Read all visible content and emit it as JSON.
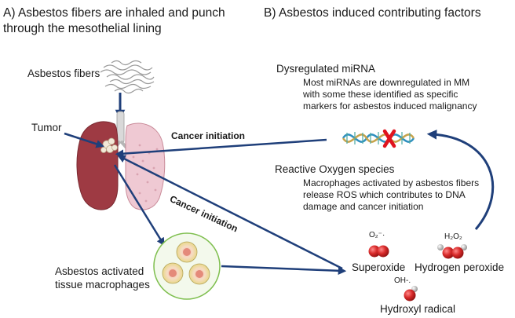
{
  "panel_a": {
    "title_line1": "A) Asbestos fibers are inhaled and punch",
    "title_line2": "through the mesothelial lining",
    "asbestos_fibers": "Asbestos fibers",
    "tumor": "Tumor",
    "macrophages_line1": "Asbestos activated",
    "macrophages_line2": "tissue macrophages"
  },
  "panel_b": {
    "title": "B) Asbestos induced contributing factors",
    "mirna_title": "Dysregulated miRNA",
    "mirna_desc1": "Most miRNAs are downregulated in MM",
    "mirna_desc2": "with some these identified as specific",
    "mirna_desc3": "markers for asbestos induced malignancy",
    "ros_title": "Reactive Oxygen species",
    "ros_desc1": "Macrophages activated by asbestos fibers",
    "ros_desc2": "release ROS which contributes to DNA",
    "ros_desc3": "damage and cancer initiation",
    "superoxide_formula": "O₂⁻·",
    "superoxide": "Superoxide",
    "h2o2_formula": "H₂O₂",
    "h2o2": "Hydrogen peroxide",
    "oh_formula": "OH-.",
    "hydroxyl": "Hydroxyl radical"
  },
  "arrows": {
    "cancer_initiation_1": "Cancer initiation",
    "cancer_initiation_2": "Cancer initiation"
  },
  "colors": {
    "arrow": "#1f3f7a",
    "lung_left": "#9e3a43",
    "lung_right": "#efc9d3",
    "molecule": "#d92b2b",
    "macrophage_circle": "#7fbf4f"
  }
}
